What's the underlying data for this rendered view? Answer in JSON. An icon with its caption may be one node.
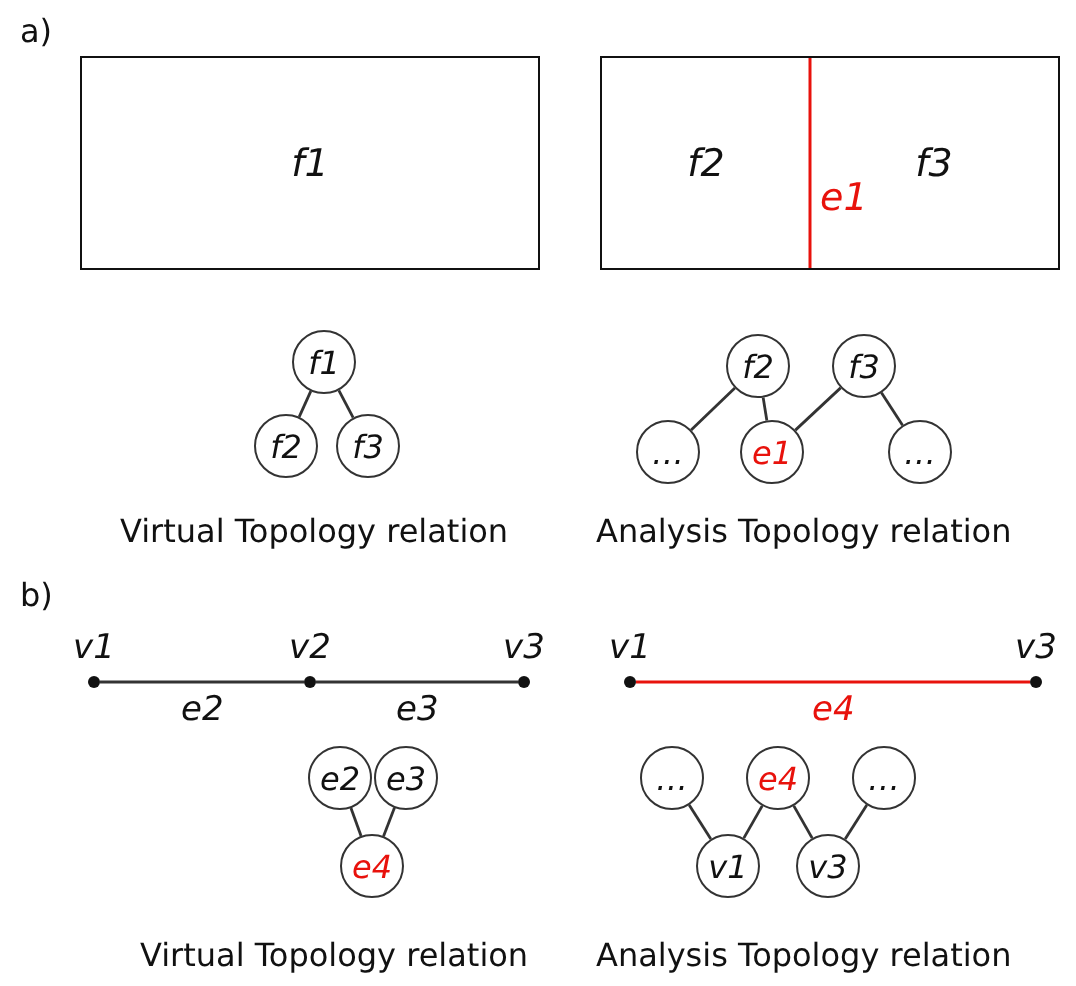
{
  "diagram": {
    "nodes": [
      {
        "text": [
          "f1"
        ]
      },
      {
        "text": [
          "f2"
        ]
      },
      {
        "text": [
          "f3"
        ]
      },
      {
        "text": [
          "f1"
        ]
      },
      {
        "text": [
          "f2"
        ]
      },
      {
        "text": [
          "f3"
        ]
      },
      {
        "text": [
          "f2"
        ]
      },
      {
        "text": [
          "f3"
        ]
      },
      {
        "text": [
          "…"
        ]
      },
      {
        "text": [
          "e1"
        ]
      },
      {
        "text": [
          "…"
        ]
      },
      {
        "text": [
          "v1"
        ]
      },
      {
        "text": [
          "v2"
        ]
      },
      {
        "text": [
          "v3"
        ]
      },
      {
        "text": [
          "v1"
        ]
      },
      {
        "text": [
          "v3"
        ]
      },
      {
        "text": [
          "e2"
        ]
      },
      {
        "text": [
          "e3"
        ]
      },
      {
        "text": [
          "e4"
        ]
      },
      {
        "text": [
          "…"
        ]
      },
      {
        "text": [
          "e4"
        ]
      },
      {
        "text": [
          "…"
        ]
      },
      {
        "text": [
          "v1"
        ]
      },
      {
        "text": [
          "v3"
        ]
      }
    ],
    "edges": [
      {
        "from": 3,
        "to": 4,
        "arrow": "none"
      },
      {
        "from": 3,
        "to": 5,
        "arrow": "none"
      },
      {
        "from": 6,
        "to": 8,
        "arrow": "none"
      },
      {
        "from": 6,
        "to": 9,
        "arrow": "none"
      },
      {
        "from": 7,
        "to": 9,
        "arrow": "none"
      },
      {
        "from": 7,
        "to": 10,
        "arrow": "none"
      },
      {
        "from": 11,
        "to": 12,
        "arrow": "none",
        "label": "e2"
      },
      {
        "from": 12,
        "to": 13,
        "arrow": "none",
        "label": "e3"
      },
      {
        "from": 14,
        "to": 15,
        "arrow": "none",
        "label": "e4",
        "color": "#e8120c"
      },
      {
        "from": 16,
        "to": 18,
        "arrow": "none"
      },
      {
        "from": 17,
        "to": 18,
        "arrow": "none"
      },
      {
        "from": 19,
        "to": 22,
        "arrow": "none"
      },
      {
        "from": 20,
        "to": 22,
        "arrow": "none"
      },
      {
        "from": 20,
        "to": 23,
        "arrow": "none"
      },
      {
        "from": 21,
        "to": 23,
        "arrow": "none"
      }
    ],
    "labels": [
      "a)",
      "e1",
      "Virtual Topology relation",
      "Analysis Topology relation",
      "b)",
      "Virtual Topology relation",
      "Analysis Topology relation"
    ]
  }
}
